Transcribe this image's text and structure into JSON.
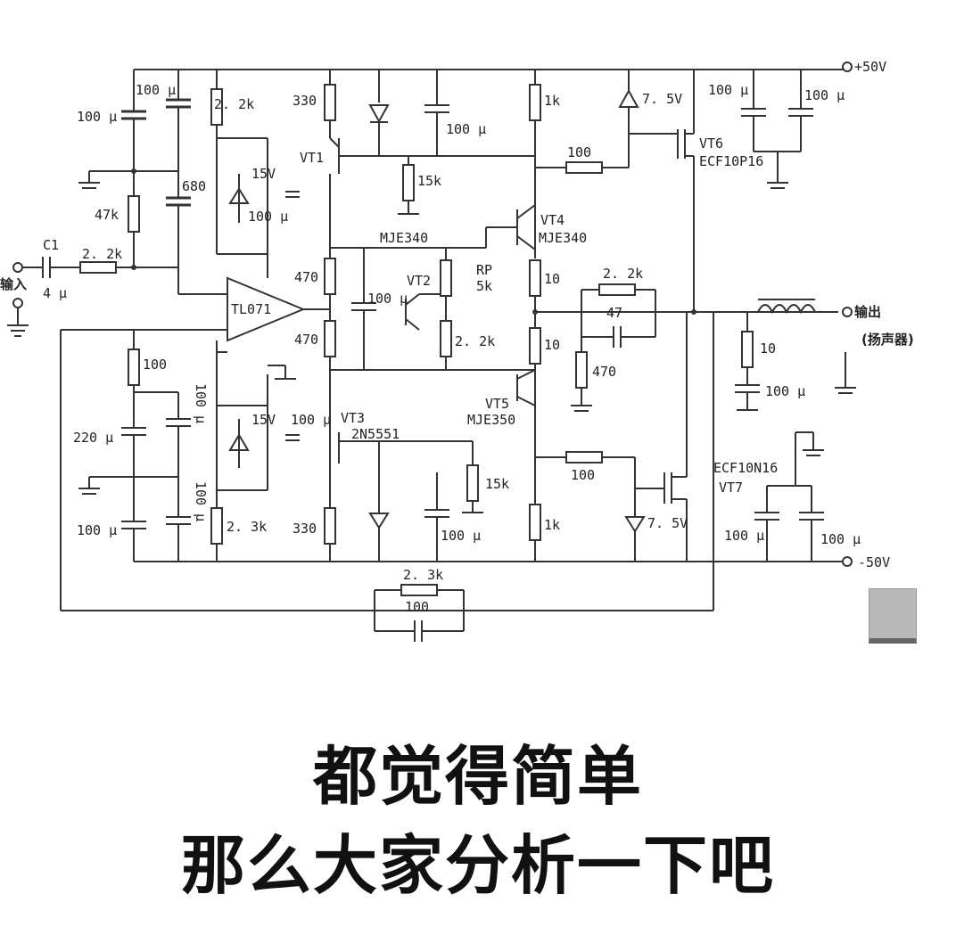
{
  "schematic": {
    "nodes": {
      "vplus": "+50V",
      "vminus": "-50V",
      "input": "输入",
      "output": "输出",
      "output_note": "(扬声器)"
    },
    "components": {
      "c_in": "C1",
      "c_in_val": "4 μ",
      "r_in": "2. 2k",
      "c_top1": "100 μ",
      "c_top2": "100 μ",
      "r_47k": "47k",
      "c_680": "680",
      "r_22k_top": "2. 2k",
      "z_15v_top": "15V",
      "c_15v_top": "100 μ",
      "r_330_top": "330",
      "vt1": "VT1",
      "led_c_top": "100 μ",
      "r_15k_top": "15k",
      "mje340_a": "MJE340",
      "r_1k_top": "1k",
      "z_75_top": "7. 5V",
      "r_100_top": "100",
      "vt6": "VT6",
      "vt6_part": "ECF10P16",
      "c_rail_top1": "100 μ",
      "c_rail_top2": "100 μ",
      "vt4": "VT4",
      "vt4_part": "MJE340",
      "rp": "RP",
      "rp_val": "5k",
      "r_470_a": "470",
      "r_470_b": "470",
      "c_vt2": "100 μ",
      "vt2": "VT2",
      "r_22k_mid": "2. 2k",
      "r_10_a": "10",
      "r_10_b": "10",
      "r_22k_fb": "2. 2k",
      "c_47": "47",
      "r_470_fb": "470",
      "opamp": "TL071",
      "r_100_left": "100",
      "c_220": "220 μ",
      "c_100_l1": "100 μ",
      "c_100_l2": "100 μ",
      "c_100_l3": "100 μ",
      "z_15v_bot": "15V",
      "c_15v_bot": "100 μ",
      "r_23k_left": "2. 3k",
      "vt3": "VT3",
      "vt3_part": "2N5551",
      "r_15k_bot": "15k",
      "led_c_bot": "100 μ",
      "r_330_bot": "330",
      "vt5": "VT5",
      "vt5_part": "MJE350",
      "r_100_bot": "100",
      "r_1k_bot": "1k",
      "z_75_bot": "7. 5V",
      "vt7_part": "ECF10N16",
      "vt7": "VT7",
      "c_rail_bot1": "100 μ",
      "c_rail_bot2": "100 μ",
      "r_zobel": "10",
      "c_zobel": "100 μ",
      "r_fb_bottom": "2. 3k",
      "c_fb_bottom": "100"
    }
  },
  "caption": {
    "line1": "都觉得简单",
    "line2": "那么大家分析一下吧"
  },
  "colors": {
    "ink": "#333333",
    "background": "#ffffff",
    "caption": "#111111"
  }
}
